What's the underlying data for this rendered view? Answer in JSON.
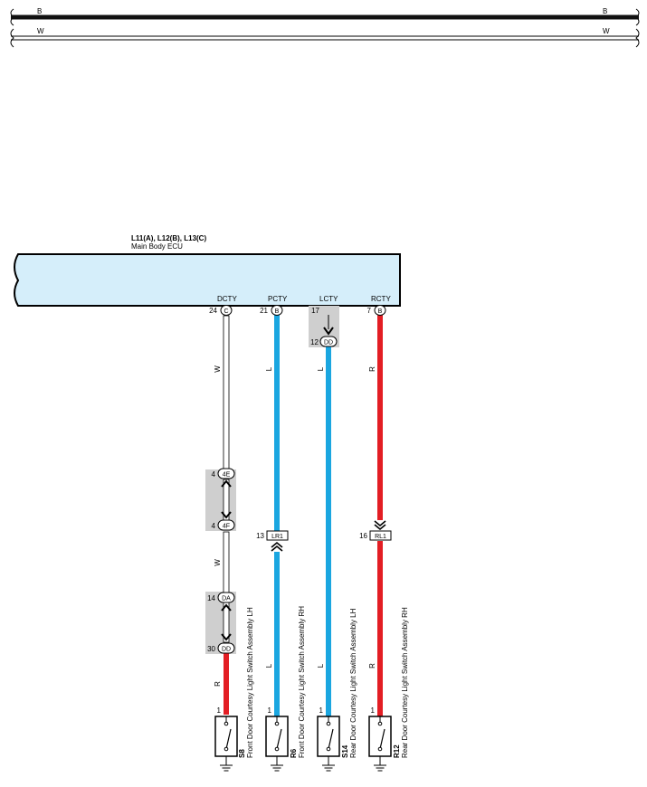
{
  "top_wires": [
    {
      "label_left": "B",
      "label_right": "B",
      "color_name": "black"
    },
    {
      "label_left": "W",
      "label_right": "W",
      "color_name": "white"
    }
  ],
  "ecu": {
    "connectors": "L11(A), L12(B), L13(C)",
    "name": "Main Body ECU",
    "fill_color": "#d5eefa"
  },
  "terminals": [
    {
      "signal": "DCTY",
      "pin": "24",
      "connector": "C"
    },
    {
      "signal": "PCTY",
      "pin": "21",
      "connector": "B"
    },
    {
      "signal": "LCTY",
      "pin": "17",
      "connector": ""
    },
    {
      "signal": "RCTY",
      "pin": "7",
      "connector": "B"
    }
  ],
  "lctry_junction": {
    "pin": "12",
    "connector": "DD"
  },
  "wire_colors": {
    "W": "#ffffff",
    "L": "#1aa6e0",
    "R": "#e31e24",
    "B": "#111111"
  },
  "wire_labels": {
    "dcty_upper": "W",
    "dcty_middle": "W",
    "dcty_lower": "R",
    "pcty_upper": "L",
    "pcty_lower": "L",
    "lcty_upper": "L",
    "lcty_lower": "L",
    "rcty_upper": "R",
    "rcty_lower": "R"
  },
  "inline_connectors": [
    {
      "pin": "4",
      "connector": "4E"
    },
    {
      "pin": "4",
      "connector": "4F"
    },
    {
      "pin": "14",
      "connector": "DA"
    },
    {
      "pin": "30",
      "connector": "DD"
    },
    {
      "pin": "13",
      "connector": "LR1"
    },
    {
      "pin": "16",
      "connector": "RL1"
    }
  ],
  "switches": [
    {
      "code": "S8",
      "name": "Front Door Courtesy Light Switch Assembly LH",
      "pin": "1"
    },
    {
      "code": "R6",
      "name": "Front Door Courtesy Light Switch Assembly RH",
      "pin": "1"
    },
    {
      "code": "S14",
      "name": "Rear Door Courtesy Light Switch Assembly LH",
      "pin": "1"
    },
    {
      "code": "R12",
      "name": "Rear Door Courtesy Light Switch Assembly RH",
      "pin": "1"
    }
  ]
}
